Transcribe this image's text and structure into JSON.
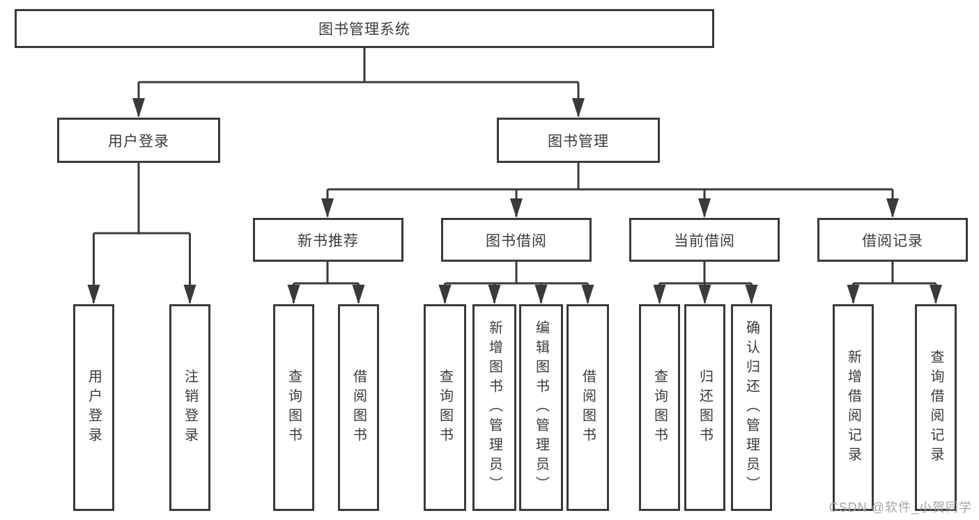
{
  "colors": {
    "line": "#3a3a3a",
    "text": "#3b3b3b",
    "box_background": "#ffffff",
    "watermark": "#a6a6a6",
    "background": "#ffffff"
  },
  "watermark": "CSDN @软件_小贺同学",
  "diagram": {
    "root": {
      "label": "图书管理系统"
    },
    "branches": {
      "user_login": {
        "label": "用户登录",
        "children": [
          {
            "label": "用户登录"
          },
          {
            "label": "注销登录"
          }
        ]
      },
      "book_management": {
        "label": "图书管理",
        "children": [
          {
            "label": "新书推荐",
            "children": [
              {
                "label": "查询图书"
              },
              {
                "label": "借阅图书"
              }
            ]
          },
          {
            "label": "图书借阅",
            "children": [
              {
                "label": "查询图书"
              },
              {
                "label": "新增图书（管理员）"
              },
              {
                "label": "编辑图书（管理员）"
              },
              {
                "label": "借阅图书"
              }
            ]
          },
          {
            "label": "当前借阅",
            "children": [
              {
                "label": "查询图书"
              },
              {
                "label": "归还图书"
              },
              {
                "label": "确认归还（管理员）"
              }
            ]
          },
          {
            "label": "借阅记录",
            "children": [
              {
                "label": "新增借阅记录"
              },
              {
                "label": "查询借阅记录"
              }
            ]
          }
        ]
      }
    }
  }
}
